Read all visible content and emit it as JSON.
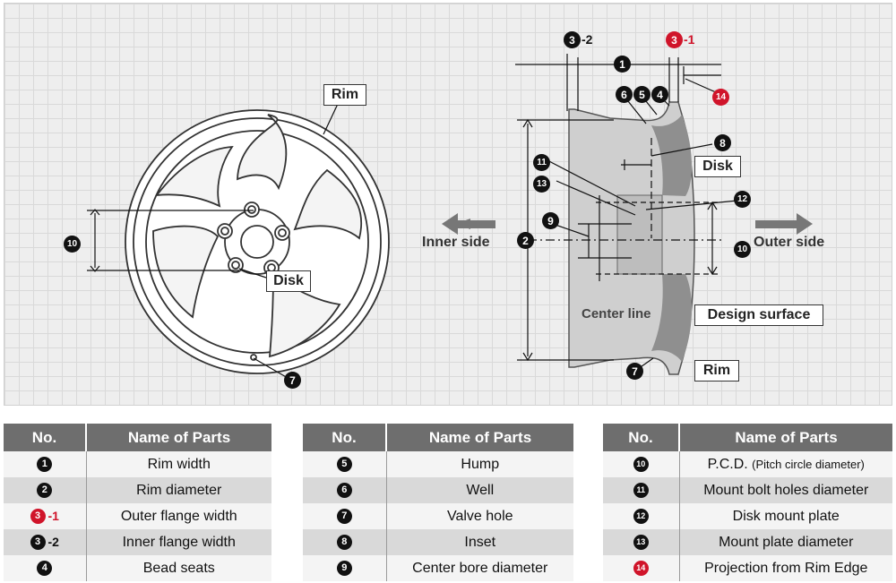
{
  "diagram": {
    "labels": {
      "rim_front": "Rim",
      "disk_front": "Disk",
      "inner_side": "Inner side",
      "outer_side": "Outer side",
      "disk_side": "Disk",
      "design_surface": "Design surface",
      "rim_side": "Rim",
      "center_line": "Center line"
    },
    "badges": {
      "b1": "1",
      "b2": "2",
      "b3_1": "3",
      "b3_1_suffix": "-1",
      "b3_2": "3",
      "b3_2_suffix": "-2",
      "b4": "4",
      "b5": "5",
      "b6": "6",
      "b7_front": "7",
      "b7_side": "7",
      "b8": "8",
      "b9": "9",
      "b10_front": "10",
      "b10_side": "10",
      "b11": "11",
      "b12": "12",
      "b13": "13",
      "b14": "14"
    }
  },
  "tables": [
    {
      "headers": {
        "no": "No.",
        "name": "Name of Parts"
      },
      "rows": [
        {
          "no": "1",
          "suffix": "",
          "name": "Rim width",
          "note": "",
          "red": false
        },
        {
          "no": "2",
          "suffix": "",
          "name": "Rim diameter",
          "note": "",
          "red": false
        },
        {
          "no": "3",
          "suffix": "-1",
          "name": "Outer flange width",
          "note": "",
          "red": true
        },
        {
          "no": "3",
          "suffix": "-2",
          "name": "Inner flange width",
          "note": "",
          "red": false
        },
        {
          "no": "4",
          "suffix": "",
          "name": "Bead seats",
          "note": "",
          "red": false
        }
      ]
    },
    {
      "headers": {
        "no": "No.",
        "name": "Name of Parts"
      },
      "rows": [
        {
          "no": "5",
          "suffix": "",
          "name": "Hump",
          "note": "",
          "red": false
        },
        {
          "no": "6",
          "suffix": "",
          "name": "Well",
          "note": "",
          "red": false
        },
        {
          "no": "7",
          "suffix": "",
          "name": "Valve hole",
          "note": "",
          "red": false
        },
        {
          "no": "8",
          "suffix": "",
          "name": "Inset",
          "note": "",
          "red": false
        },
        {
          "no": "9",
          "suffix": "",
          "name": "Center bore diameter",
          "note": "",
          "red": false
        }
      ]
    },
    {
      "headers": {
        "no": "No.",
        "name": "Name of Parts"
      },
      "rows": [
        {
          "no": "10",
          "suffix": "",
          "name": "P.C.D.",
          "note": "(Pitch circle diameter)",
          "red": false
        },
        {
          "no": "11",
          "suffix": "",
          "name": "Mount bolt holes diameter",
          "note": "",
          "red": false
        },
        {
          "no": "12",
          "suffix": "",
          "name": "Disk mount plate",
          "note": "",
          "red": false
        },
        {
          "no": "13",
          "suffix": "",
          "name": "Mount plate diameter",
          "note": "",
          "red": false
        },
        {
          "no": "14",
          "suffix": "",
          "name": "Projection from Rim Edge",
          "note": "",
          "red": true
        }
      ]
    }
  ],
  "colors": {
    "accent_red": "#d0142a",
    "header_gray": "#6e6e6e",
    "row_light": "#f4f4f4",
    "row_dark": "#d9d9d9"
  }
}
